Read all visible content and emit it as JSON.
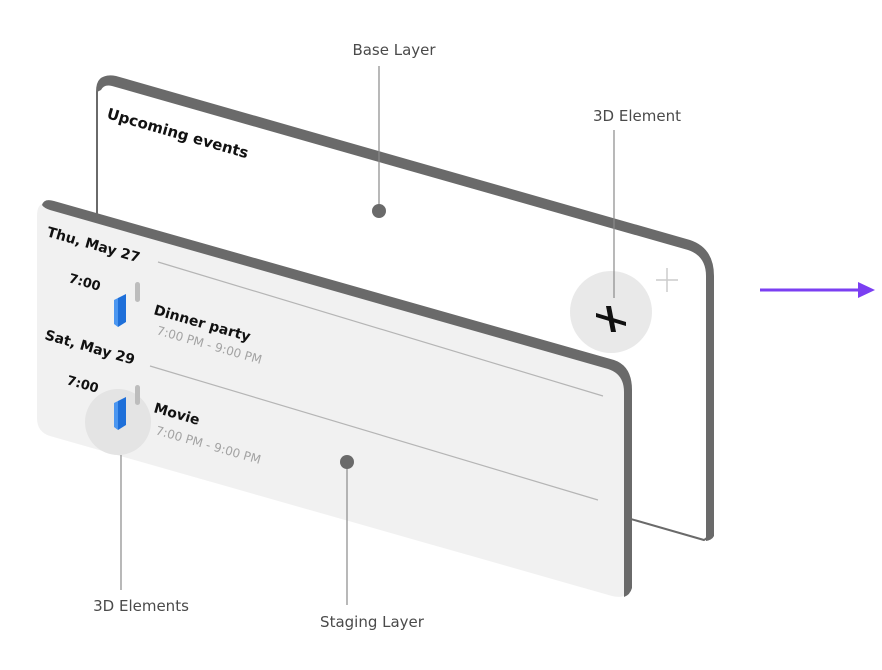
{
  "labels": {
    "base_layer": "Base Layer",
    "three_d_element": "3D Element",
    "three_d_elements": "3D Elements",
    "staging_layer": "Staging Layer"
  },
  "base_card": {
    "title": "Upcoming events",
    "add_icon": "plus-icon"
  },
  "staging_card": {
    "events": [
      {
        "date": "Thu, May 27",
        "time": "7:00",
        "title": "Dinner party",
        "range": "7:00 PM - 9:00 PM"
      },
      {
        "date": "Sat, May 29",
        "time": "7:00",
        "title": "Movie",
        "range": "7:00 PM - 9:00 PM"
      }
    ]
  },
  "colors": {
    "accent_arrow": "#7b3ff2",
    "event_marker": "#1e6fd9",
    "card_edge": "#6a6a6a",
    "staging_bg": "#f1f1f1",
    "leader_line": "#8a8a8a"
  }
}
